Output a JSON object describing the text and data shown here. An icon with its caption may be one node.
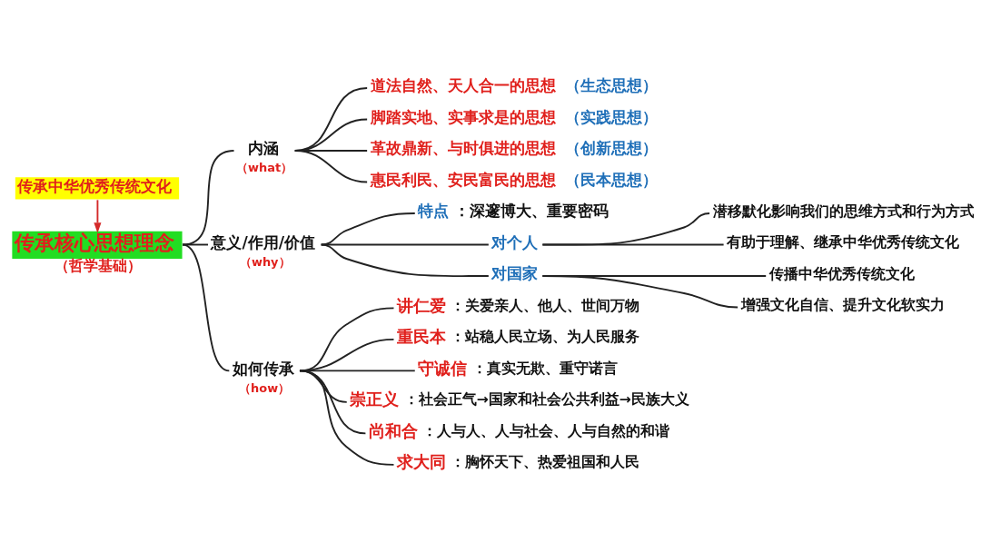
{
  "diagram": {
    "nodes": [
      {
        "text": [
          "传承中华优秀传统文化"
        ]
      },
      {
        "text": [
          "传承核心思想理念"
        ],
        "beside": [
          "（哲学基础）"
        ]
      },
      {
        "text": [
          "内涵"
        ],
        "beside": [
          "（what）"
        ]
      },
      {
        "text": [
          "道法自然、天人合一的思想"
        ],
        "beside": [
          "（生态思想）"
        ]
      },
      {
        "text": [
          "脚踏实地、实事求是的思想"
        ],
        "beside": [
          "（实践思想）"
        ]
      },
      {
        "text": [
          "革故鼎新、与时俱进的思想"
        ],
        "beside": [
          "（创新思想）"
        ]
      },
      {
        "text": [
          "惠民利民、安民富民的思想"
        ],
        "beside": [
          "（民本思想）"
        ]
      },
      {
        "text": [
          "意义/作用/价值"
        ],
        "beside": [
          "（why）"
        ]
      },
      {
        "text": [
          "特点"
        ],
        "beside": [
          "：深邃博大、重要密码"
        ]
      },
      {
        "text": [
          "对个人"
        ]
      },
      {
        "text": [
          "潜移默化影响我们的思维方式和行为方式"
        ]
      },
      {
        "text": [
          "有助于理解、继承中华优秀传统文化"
        ]
      },
      {
        "text": [
          "对国家"
        ]
      },
      {
        "text": [
          "传播中华优秀传统文化"
        ]
      },
      {
        "text": [
          "增强文化自信、提升文化软实力"
        ]
      },
      {
        "text": [
          "如何传承"
        ],
        "beside": [
          "（how）"
        ]
      },
      {
        "text": [
          "讲仁爱"
        ],
        "beside": [
          "：关爱亲人、他人、世间万物"
        ]
      },
      {
        "text": [
          "重民本"
        ],
        "beside": [
          "：站稳人民立场、为人民服务"
        ]
      },
      {
        "text": [
          "守诚信"
        ],
        "beside": [
          "：真实无欺、重守诺言"
        ]
      },
      {
        "text": [
          "崇正义"
        ],
        "beside": [
          "：社会正气→国家和社会公共利益→民族大义"
        ]
      },
      {
        "text": [
          "尚和合"
        ],
        "beside": [
          "：人与人、人与社会、人与自然的和谐"
        ]
      },
      {
        "text": [
          "求大同"
        ],
        "beside": [
          "：胸怀天下、热爱祖国和人民"
        ]
      }
    ],
    "edges": [
      {
        "from": 0,
        "to": 1,
        "arrow": "to",
        "color": "#d42a2a"
      },
      {
        "from": 1,
        "to": 2,
        "arrow": "none"
      },
      {
        "from": 1,
        "to": 7,
        "arrow": "none"
      },
      {
        "from": 1,
        "to": 15,
        "arrow": "none"
      },
      {
        "from": 2,
        "to": 3,
        "arrow": "none"
      },
      {
        "from": 2,
        "to": 4,
        "arrow": "none"
      },
      {
        "from": 2,
        "to": 5,
        "arrow": "none"
      },
      {
        "from": 2,
        "to": 6,
        "arrow": "none"
      },
      {
        "from": 7,
        "to": 8,
        "arrow": "none"
      },
      {
        "from": 7,
        "to": 9,
        "arrow": "none"
      },
      {
        "from": 7,
        "to": 12,
        "arrow": "none"
      },
      {
        "from": 9,
        "to": 10,
        "arrow": "none"
      },
      {
        "from": 9,
        "to": 11,
        "arrow": "none"
      },
      {
        "from": 12,
        "to": 13,
        "arrow": "none"
      },
      {
        "from": 12,
        "to": 14,
        "arrow": "none"
      },
      {
        "from": 15,
        "to": 16,
        "arrow": "none"
      },
      {
        "from": 15,
        "to": 17,
        "arrow": "none"
      },
      {
        "from": 15,
        "to": 18,
        "arrow": "none"
      },
      {
        "from": 15,
        "to": 19,
        "arrow": "none"
      },
      {
        "from": 15,
        "to": 20,
        "arrow": "none"
      },
      {
        "from": 15,
        "to": 21,
        "arrow": "none"
      }
    ]
  }
}
